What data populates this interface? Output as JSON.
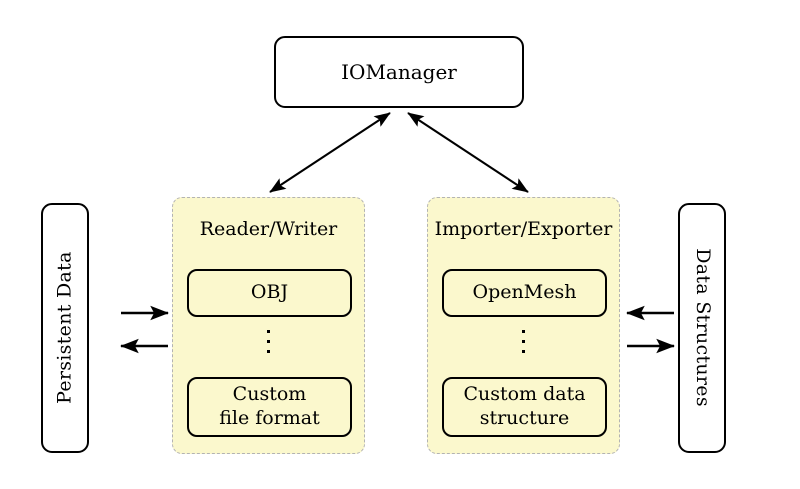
{
  "diagram": {
    "title_node": {
      "label": "IOManager"
    },
    "left_external": {
      "label": "Persistent Data",
      "orientation": "bottom-to-top"
    },
    "right_external": {
      "label": "Data Structures",
      "orientation": "top-to-bottom"
    },
    "panels": [
      {
        "title": "Reader/Writer",
        "items": [
          {
            "label": "OBJ"
          },
          {
            "label": "⋮"
          },
          {
            "label": "Custom\nfile format",
            "line1": "Custom",
            "line2": "file format"
          }
        ]
      },
      {
        "title": "Importer/Exporter",
        "items": [
          {
            "label": "OpenMesh"
          },
          {
            "label": "⋮"
          },
          {
            "label": "Custom data\nstructure",
            "line1": "Custom data",
            "line2": "structure"
          }
        ]
      }
    ],
    "connections": [
      {
        "from": "IOManager",
        "to": "Reader/Writer",
        "type": "double-arrow"
      },
      {
        "from": "IOManager",
        "to": "Importer/Exporter",
        "type": "double-arrow"
      },
      {
        "from": "Persistent Data",
        "to": "Reader/Writer",
        "type": "arrow-right"
      },
      {
        "from": "Reader/Writer",
        "to": "Persistent Data",
        "type": "arrow-left"
      },
      {
        "from": "Data Structures",
        "to": "Importer/Exporter",
        "type": "arrow-left"
      },
      {
        "from": "Importer/Exporter",
        "to": "Data Structures",
        "type": "arrow-right"
      }
    ]
  },
  "colors": {
    "panel_fill": "#fbf8cd",
    "panel_border": "#b3b3b3",
    "node_border": "#000000",
    "node_fill": "#ffffff",
    "background": "#ffffff"
  }
}
